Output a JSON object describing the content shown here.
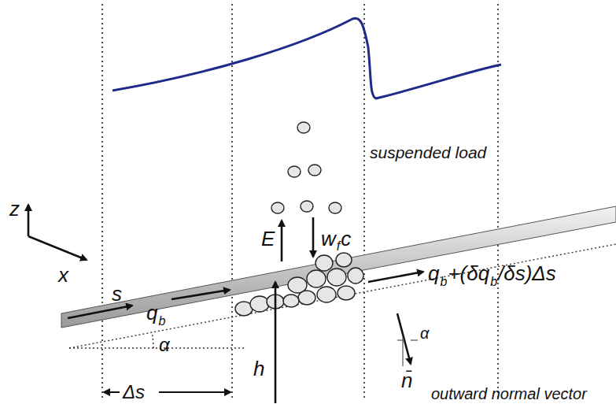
{
  "diagram": {
    "labels": [
      "z",
      "x",
      "s",
      "q",
      "b",
      "E",
      "w",
      "f",
      "c",
      "suspended load",
      "q",
      "b",
      "+(δq",
      "b",
      "/δs)Δs",
      "α",
      "h",
      "α",
      "n̄",
      "outward normal vector",
      "Δs"
    ]
  }
}
